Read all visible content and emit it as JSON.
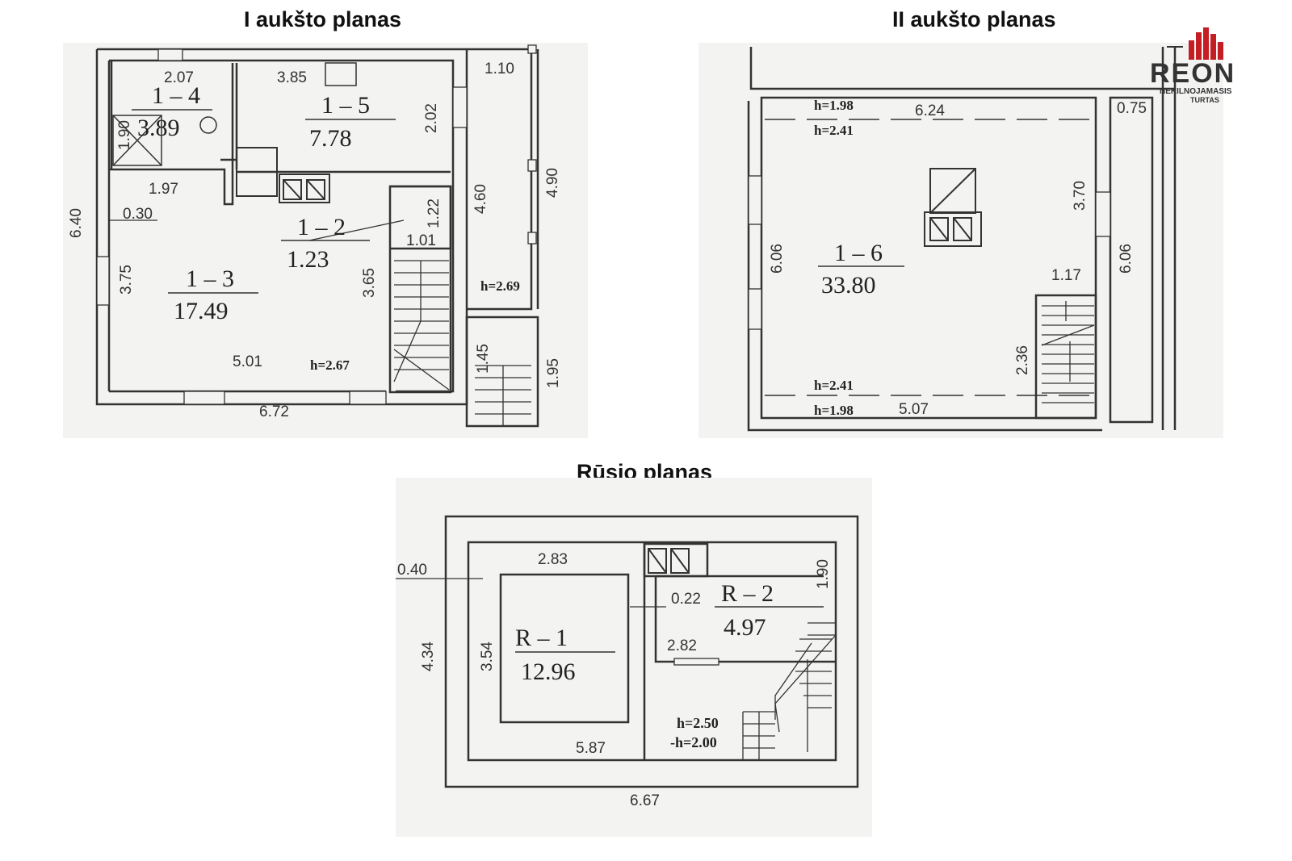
{
  "titles": {
    "floor1": "I aukšto planas",
    "floor2": "II aukšto planas",
    "basement": "Rūsio planas"
  },
  "logo": {
    "name": "REON",
    "subtitle_line1": "NEKILNOJAMASIS",
    "subtitle_line2": "TURTAS",
    "color": "#c41e24"
  },
  "floor1": {
    "rooms": [
      {
        "id": "1 – 4",
        "area": "3.89"
      },
      {
        "id": "1 – 5",
        "area": "7.78"
      },
      {
        "id": "1 – 2",
        "area": "1.23"
      },
      {
        "id": "1 – 3",
        "area": "17.49"
      }
    ],
    "dims": {
      "d207": "2.07",
      "d385": "3.85",
      "d110": "1.10",
      "d202": "2.02",
      "d190": "1.90",
      "d197": "1.97",
      "d460": "4.60",
      "d490": "4.90",
      "d640": "6.40",
      "d030": "0.30",
      "d122": "1.22",
      "d101": "1.01",
      "d375": "3.75",
      "d365": "3.65",
      "d145": "1.45",
      "d195": "1.95",
      "d501": "5.01",
      "d672": "6.72"
    },
    "heights": {
      "h269": "h=2.69",
      "h267": "h=2.67"
    }
  },
  "floor2": {
    "room": {
      "id": "1 – 6",
      "area": "33.80"
    },
    "dims": {
      "d624": "6.24",
      "d075": "0.75",
      "d370": "3.70",
      "d606a": "6.06",
      "d606b": "6.06",
      "d117": "1.17",
      "d236": "2.36",
      "d507": "5.07"
    },
    "heights": {
      "h198a": "h=1.98",
      "h241a": "h=2.41",
      "h241b": "h=2.41",
      "h198b": "h=1.98"
    }
  },
  "basement": {
    "rooms": [
      {
        "id": "R – 1",
        "area": "12.96"
      },
      {
        "id": "R – 2",
        "area": "4.97"
      }
    ],
    "dims": {
      "d040": "0.40",
      "d283": "2.83",
      "d022": "0.22",
      "d190": "1.90",
      "d434": "4.34",
      "d354": "3.54",
      "d282": "2.82",
      "d587": "5.87",
      "d667": "6.67"
    },
    "heights": {
      "h250": "h=2.50",
      "h200": "-h=2.00"
    }
  }
}
